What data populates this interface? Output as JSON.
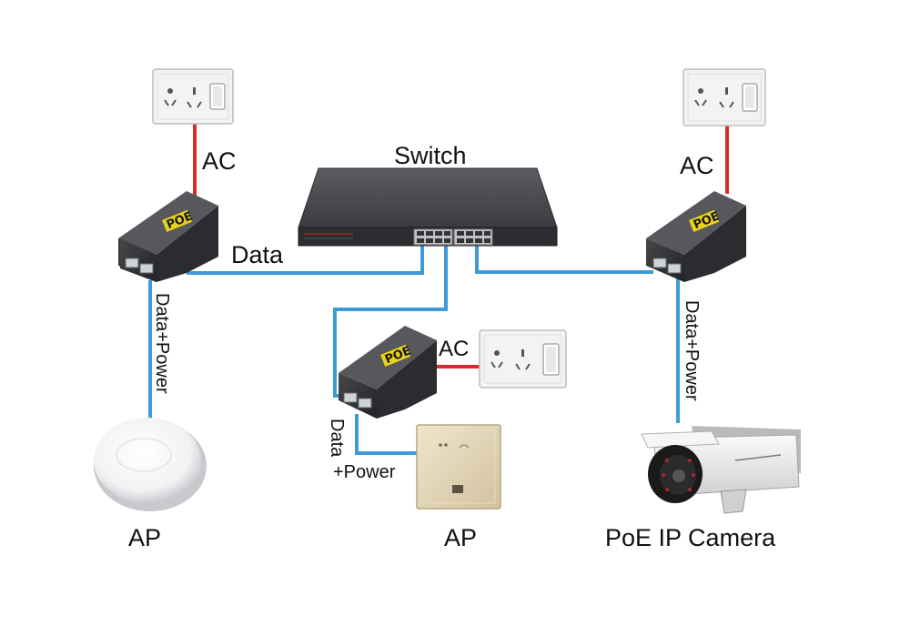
{
  "labels": {
    "switch": "Switch",
    "ac_left": "AC",
    "ac_right": "AC",
    "ac_middle": "AC",
    "data": "Data",
    "data_power_left": "Data+Power",
    "data_power_right": "Data+Power",
    "data_middle": "Data",
    "plus_power_middle": "+Power",
    "ap_left": "AP",
    "ap_middle": "AP",
    "camera": "PoE IP Camera"
  },
  "injector_label": "POE",
  "colors": {
    "data_cable": "#3d9ad6",
    "ac_cable": "#d92b2b",
    "device_body": "#2f3033",
    "poe_badge": "#e8d21c",
    "outlet": "#f2f2f2"
  }
}
